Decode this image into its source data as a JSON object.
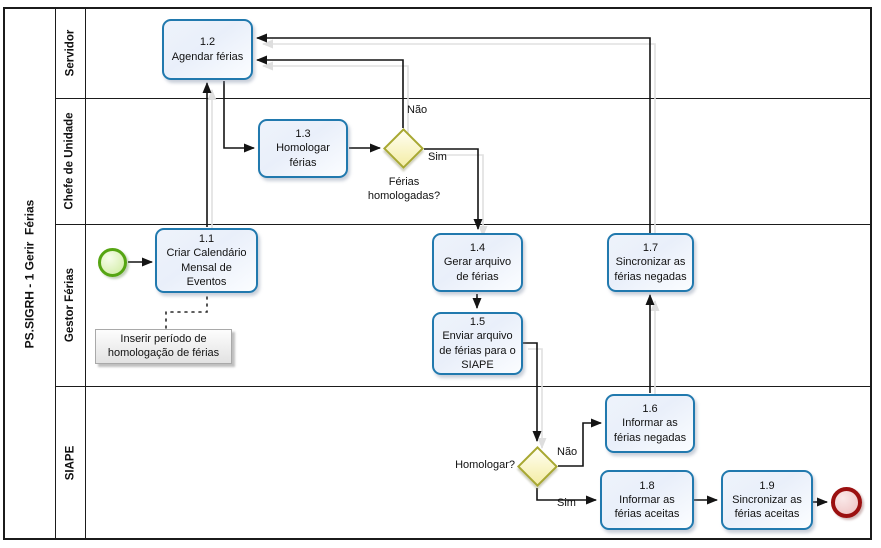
{
  "pool": {
    "title": "PS.SIGRH - 1 Gerir  Férias"
  },
  "lanes": [
    {
      "label": "Servidor"
    },
    {
      "label": "Chefe de Unidade"
    },
    {
      "label": "Gestor Férias"
    },
    {
      "label": "SIAPE"
    }
  ],
  "tasks": [
    {
      "id": "1.1",
      "label": "Criar Calendário Mensal de Eventos"
    },
    {
      "id": "1.2",
      "label": "Agendar férias"
    },
    {
      "id": "1.3",
      "label": "Homologar férias"
    },
    {
      "id": "1.4",
      "label": "Gerar arquivo de férias"
    },
    {
      "id": "1.5",
      "label": "Enviar arquivo de férias para o SIAPE"
    },
    {
      "id": "1.6",
      "label": "Informar as férias negadas"
    },
    {
      "id": "1.7",
      "label": "Sincronizar as férias negadas"
    },
    {
      "id": "1.8",
      "label": "Informar as férias aceitas"
    },
    {
      "id": "1.9",
      "label": "Sincronizar as férias aceitas"
    }
  ],
  "gateways": [
    {
      "caption": "Férias homologadas?",
      "yes_label": "Sim",
      "no_label": "Não"
    },
    {
      "caption": "Homologar?",
      "yes_label": "Sim",
      "no_label": "Não"
    }
  ],
  "annotation": {
    "text": "Inserir período de homologação de férias"
  },
  "colors": {
    "task_border": "#2179ae",
    "task_fill": "#edf2fb",
    "gateway_border": "#a8a832",
    "gateway_fill": "#f9f5c6",
    "start_event_border": "#56a513",
    "start_event_fill": "#d8efab",
    "end_event_border": "#9b1010",
    "end_event_fill": "#f3d0d0",
    "flow_line": "#141414",
    "annotation_fill": "#ececec"
  }
}
